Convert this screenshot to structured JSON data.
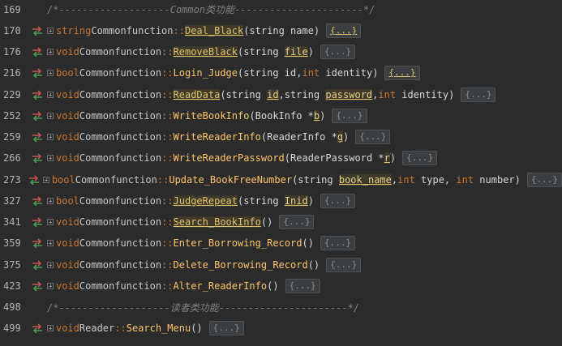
{
  "lines": [
    {
      "num": "169",
      "icon": false,
      "comment": "/*-------------------Common类功能----------------------*/"
    },
    {
      "num": "170",
      "icon": true,
      "ret": "string",
      "cls": "Commonfunction",
      "fn": "Deal_Black",
      "fnhl": true,
      "params": [
        {
          "t": "(string name)"
        }
      ],
      "fold": "{...}",
      "goldfold": true
    },
    {
      "num": "176",
      "icon": true,
      "ret": "void",
      "cls": "Commonfunction",
      "fn": "RemoveBlack",
      "fnhl": true,
      "params": [
        {
          "t": "(string "
        },
        {
          "t": "file",
          "ul": true
        },
        {
          "t": ")"
        }
      ],
      "fold": "{...}"
    },
    {
      "num": "216",
      "icon": true,
      "ret": "bool",
      "cls": "Commonfunction",
      "fn": "Login_Judge",
      "fnhl": false,
      "params": [
        {
          "t": "(string id,"
        },
        {
          "t": "int",
          "kw": true
        },
        {
          "t": " identity)"
        }
      ],
      "fold": "{...}",
      "goldfold": true
    },
    {
      "num": "229",
      "icon": true,
      "ret": "void",
      "cls": "Commonfunction",
      "fn": "ReadData",
      "fnhl": true,
      "params": [
        {
          "t": "(string "
        },
        {
          "t": "id",
          "ul": true
        },
        {
          "t": ",string "
        },
        {
          "t": "password",
          "ul": true
        },
        {
          "t": ","
        },
        {
          "t": "int",
          "kw": true
        },
        {
          "t": " identity)"
        }
      ],
      "fold": "{...}"
    },
    {
      "num": "252",
      "icon": true,
      "ret": "void",
      "cls": "Commonfunction",
      "fn": "WriteBookInfo",
      "fnhl": false,
      "params": [
        {
          "t": "(BookInfo *"
        },
        {
          "t": "b",
          "ul": true
        },
        {
          "t": ")"
        }
      ],
      "fold": "{...}"
    },
    {
      "num": "259",
      "icon": true,
      "ret": "void",
      "cls": "Commonfunction",
      "fn": "WriteReaderInfo",
      "fnhl": false,
      "params": [
        {
          "t": "(ReaderInfo *"
        },
        {
          "t": "g",
          "ul": true
        },
        {
          "t": ")"
        }
      ],
      "fold": "{...}"
    },
    {
      "num": "266",
      "icon": true,
      "ret": "void",
      "cls": "Commonfunction",
      "fn": "WriteReaderPassword",
      "fnhl": false,
      "params": [
        {
          "t": "(ReaderPassword *"
        },
        {
          "t": "r",
          "ul": true
        },
        {
          "t": ")"
        }
      ],
      "fold": "{...}"
    },
    {
      "num": "273",
      "icon": true,
      "ret": "bool",
      "cls": "Commonfunction",
      "fn": "Update_BookFreeNumber",
      "fnhl": false,
      "params": [
        {
          "t": "(string "
        },
        {
          "t": "book_name",
          "ul": true
        },
        {
          "t": ","
        },
        {
          "t": "int",
          "kw": true
        },
        {
          "t": " type, "
        },
        {
          "t": "int",
          "kw": true
        },
        {
          "t": " number)"
        }
      ],
      "fold": "{...}"
    },
    {
      "num": "327",
      "icon": true,
      "ret": "bool",
      "cls": "Commonfunction",
      "fn": "JudgeRepeat",
      "fnhl": true,
      "params": [
        {
          "t": "(string "
        },
        {
          "t": "Inid",
          "ul": true
        },
        {
          "t": ")"
        }
      ],
      "fold": "{...}"
    },
    {
      "num": "341",
      "icon": true,
      "ret": "void",
      "cls": "Commonfunction",
      "fn": "Search_BookInfo",
      "fnhl": true,
      "params": [
        {
          "t": "()"
        }
      ],
      "fold": "{...}"
    },
    {
      "num": "359",
      "icon": true,
      "ret": "void",
      "cls": "Commonfunction",
      "fn": "Enter_Borrowing_Record",
      "fnhl": false,
      "params": [
        {
          "t": "()"
        }
      ],
      "fold": "{...}"
    },
    {
      "num": "375",
      "icon": true,
      "ret": "void",
      "cls": "Commonfunction",
      "fn": "Delete_Borrowing_Record",
      "fnhl": false,
      "params": [
        {
          "t": "()"
        }
      ],
      "fold": "{...}"
    },
    {
      "num": "423",
      "icon": true,
      "ret": "void",
      "cls": "Commonfunction",
      "fn": "Alter_ReaderInfo",
      "fnhl": false,
      "params": [
        {
          "t": "()"
        }
      ],
      "fold": "{...}"
    },
    {
      "num": "498",
      "icon": false,
      "comment": "/*-------------------读者类功能----------------------*/"
    },
    {
      "num": "499",
      "icon": true,
      "ret": "void",
      "cls": "Reader",
      "fn": "Search_Menu",
      "fnhl": false,
      "params": [
        {
          "t": "()"
        }
      ],
      "fold": "{...}"
    }
  ],
  "colors": {
    "background": "#2b2b2b",
    "keyword": "#cc7832",
    "function": "#ffc66d",
    "comment": "#808080",
    "icon_green": "#499c54",
    "icon_red": "#c75450"
  }
}
